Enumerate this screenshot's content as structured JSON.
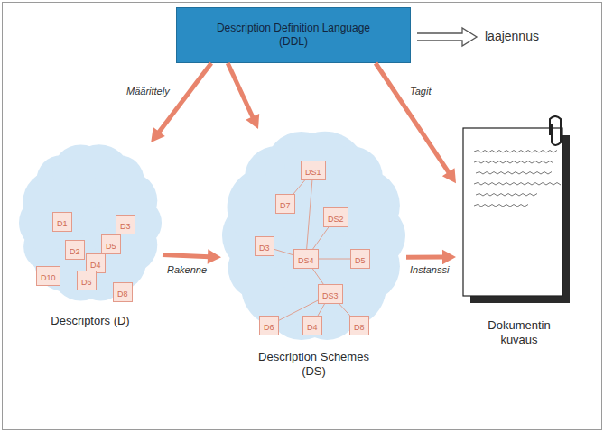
{
  "diagram": {
    "nodes": [
      {
        "text": [
          "Description Definition Language (DDL)"
        ]
      },
      {
        "text": [
          "Descriptors (D)"
        ]
      },
      {
        "text": [
          "D1"
        ],
        "in": 1
      },
      {
        "text": [
          "D3"
        ],
        "in": 1
      },
      {
        "text": [
          "D2"
        ],
        "in": 1
      },
      {
        "text": [
          "D5"
        ],
        "in": 1
      },
      {
        "text": [
          "D4"
        ],
        "in": 1
      },
      {
        "text": [
          "D10"
        ],
        "in": 1
      },
      {
        "text": [
          "D6"
        ],
        "in": 1
      },
      {
        "text": [
          "D8"
        ],
        "in": 1
      },
      {
        "text": [
          "Description Schemes (DS)"
        ]
      },
      {
        "text": [
          "DS1"
        ],
        "in": 10
      },
      {
        "text": [
          "D7"
        ],
        "in": 10
      },
      {
        "text": [
          "DS2"
        ],
        "in": 10
      },
      {
        "text": [
          "D3"
        ],
        "in": 10
      },
      {
        "text": [
          "DS4"
        ],
        "in": 10
      },
      {
        "text": [
          "D5"
        ],
        "in": 10
      },
      {
        "text": [
          "DS3"
        ],
        "in": 10
      },
      {
        "text": [
          "D6"
        ],
        "in": 10
      },
      {
        "text": [
          "D4"
        ],
        "in": 10
      },
      {
        "text": [
          "D8"
        ],
        "in": 10
      },
      {
        "text": [
          "Dokumentin kuvaus"
        ]
      }
    ],
    "edges": [
      {
        "from": 0,
        "to": 1,
        "label": "Määrittely",
        "arrow": "to"
      },
      {
        "from": 0,
        "to": 10,
        "arrow": "to"
      },
      {
        "from": 0,
        "to": 21,
        "label": "Tagit",
        "arrow": "to"
      },
      {
        "from": 1,
        "to": 10,
        "label": "Rakenne",
        "arrow": "to"
      },
      {
        "from": 10,
        "to": 21,
        "label": "Instanssi",
        "arrow": "to"
      },
      {
        "from": 11,
        "to": 12,
        "arrow": "none"
      },
      {
        "from": 11,
        "to": 15,
        "arrow": "none"
      },
      {
        "from": 13,
        "to": 15,
        "arrow": "none"
      },
      {
        "from": 15,
        "to": 14,
        "arrow": "none"
      },
      {
        "from": 15,
        "to": 16,
        "arrow": "none"
      },
      {
        "from": 15,
        "to": 17,
        "arrow": "none"
      },
      {
        "from": 17,
        "to": 18,
        "arrow": "none"
      },
      {
        "from": 17,
        "to": 19,
        "arrow": "none"
      },
      {
        "from": 17,
        "to": 20,
        "arrow": "none"
      }
    ],
    "labels": [
      "laajennus"
    ]
  }
}
